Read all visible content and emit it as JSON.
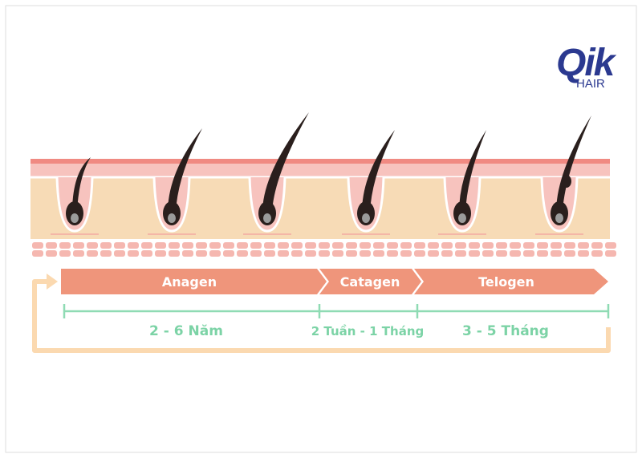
{
  "logo": {
    "brand_text": "Qik",
    "sub_text": "HAIR",
    "color": "#2b3990"
  },
  "phases": [
    {
      "label": "Anagen",
      "duration": "2 - 6 Năm"
    },
    {
      "label": "Catagen",
      "duration": "2 Tuần - 1 Tháng"
    },
    {
      "label": "Telogen",
      "duration": "3 - 5 Tháng"
    }
  ],
  "colors": {
    "phase_arrow": "#ef957b",
    "timeline": "#8fdbb4",
    "duration_text": "#7cd3a6",
    "cycle_return": "#fbd9b0",
    "skin_top": "#f08a82",
    "skin_pink": "#f7c3be",
    "dermis": "#f7dbb6",
    "hair": "#2a1f1d",
    "cells": "#f5b7b0"
  },
  "hair_stages": [
    "anagen-early",
    "anagen-growing",
    "anagen-full",
    "catagen",
    "telogen",
    "telogen-regrowth"
  ]
}
